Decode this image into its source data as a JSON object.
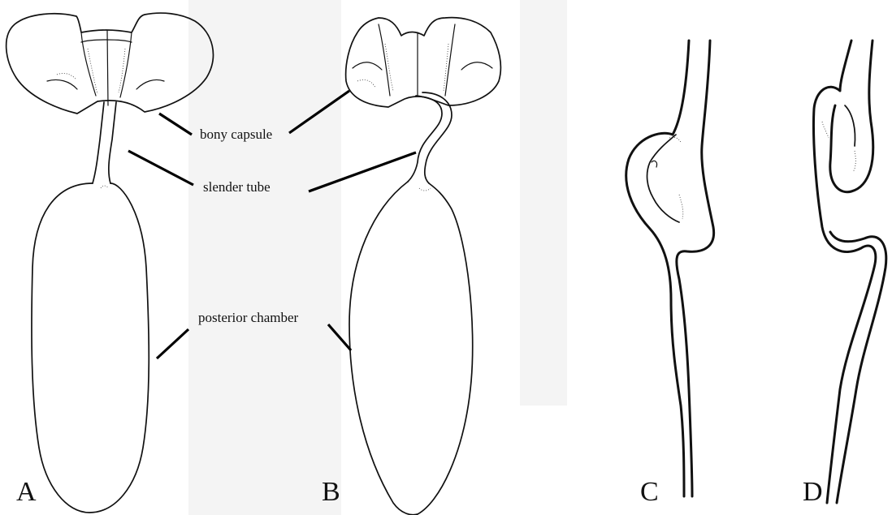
{
  "labels": {
    "bony_capsule": "bony capsule",
    "slender_tube": "slender tube",
    "posterior_chamber": "posterior chamber"
  },
  "panels": {
    "a": "A",
    "b": "B",
    "c": "C",
    "d": "D"
  }
}
